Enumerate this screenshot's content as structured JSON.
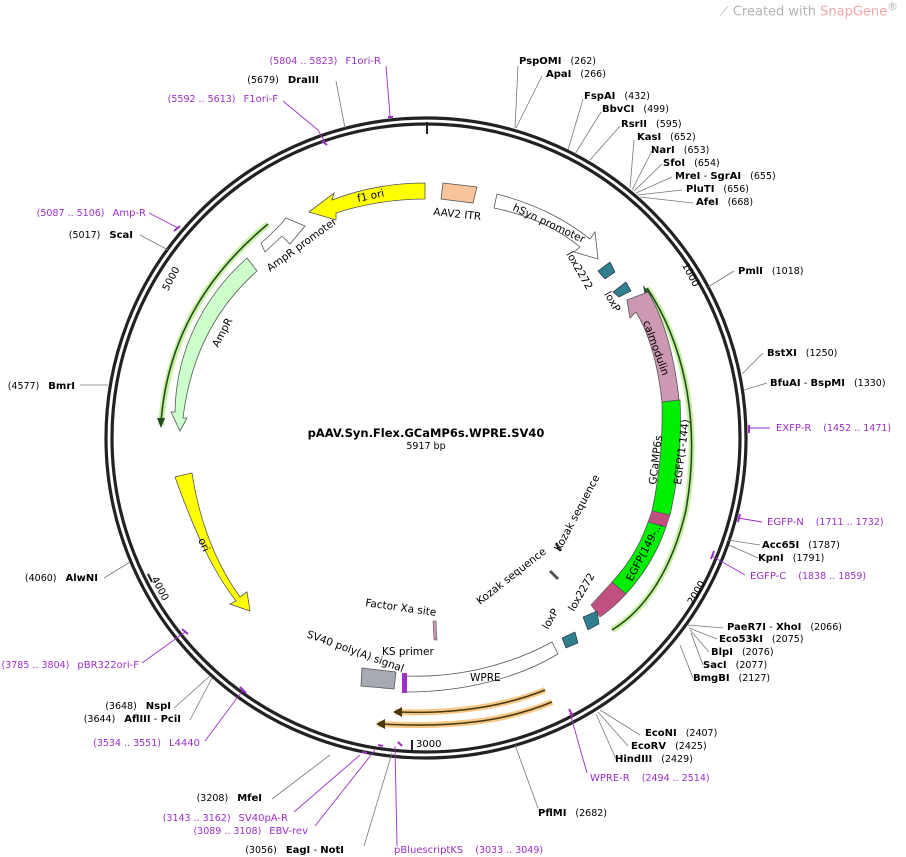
{
  "watermark": {
    "prefix": "Created with ",
    "brand": "SnapGene",
    "mark": "®"
  },
  "plasmid": {
    "name": "pAAV.Syn.Flex.GCaMP6s.WPRE.SV40",
    "length_label": "5917 bp"
  },
  "ticks": [
    "1000",
    "2000",
    "3000",
    "4000",
    "5000"
  ],
  "features": {
    "aav2_itr": "AAV2 ITR",
    "hsyn": "hSyn promoter",
    "lox2272_a": "lox2272",
    "loxp_a": "loxP",
    "calmodulin": "calmodulin",
    "gcamp6s": "GCaMP6s",
    "egfp1": "EGFP(1-144)",
    "egfp2": "EGFP(149-...",
    "kozak_a": "Kozak sequence",
    "kozak_b": "Kozak sequence",
    "lox2272_b": "lox2272",
    "loxp_b": "loxP",
    "factor_xa": "Factor Xa site",
    "ks_primer": "KS primer",
    "sv40pa": "SV40 poly(A) signal",
    "wpre": "WPRE",
    "ori": "ori",
    "ampr": "AmpR",
    "ampr_promoter": "AmpR promoter",
    "f1ori": "f1 ori"
  },
  "enzymes": {
    "pspomi": {
      "name": "PspOMI",
      "pos": "(262)"
    },
    "apai": {
      "name": "ApaI",
      "pos": "(266)"
    },
    "fspai": {
      "name": "FspAI",
      "pos": "(432)"
    },
    "bbvci": {
      "name": "BbvCI",
      "pos": "(499)"
    },
    "rsrii": {
      "name": "RsrII",
      "pos": "(595)"
    },
    "kasi": {
      "name": "KasI",
      "pos": "(652)"
    },
    "nari": {
      "name": "NarI",
      "pos": "(653)"
    },
    "sfoi": {
      "name": "SfoI",
      "pos": "(654)"
    },
    "mrei": {
      "name": "MreI",
      "sep": " - ",
      "name2": "SgrAI",
      "pos": "(655)"
    },
    "pluti": {
      "name": "PluTI",
      "pos": "(656)"
    },
    "afei": {
      "name": "AfeI",
      "pos": "(668)"
    },
    "pmli": {
      "name": "PmlI",
      "pos": "(1018)"
    },
    "bstxi": {
      "name": "BstXI",
      "pos": "(1250)"
    },
    "bfuai": {
      "name": "BfuAI",
      "sep": " - ",
      "name2": "BspMI",
      "pos": "(1330)"
    },
    "acc65i": {
      "name": "Acc65I",
      "pos": "(1787)"
    },
    "kpni": {
      "name": "KpnI",
      "pos": "(1791)"
    },
    "paer7i": {
      "name": "PaeR7I",
      "sep": " - ",
      "name2": "XhoI",
      "pos": "(2066)"
    },
    "eco53ki": {
      "name": "Eco53kI",
      "pos": "(2075)"
    },
    "blpi": {
      "name": "BlpI",
      "pos": "(2076)"
    },
    "saci": {
      "name": "SacI",
      "pos": "(2077)"
    },
    "bmgbi": {
      "name": "BmgBI",
      "pos": "(2127)"
    },
    "econi": {
      "name": "EcoNI",
      "pos": "(2407)"
    },
    "ecorv": {
      "name": "EcoRV",
      "pos": "(2425)"
    },
    "hindiii": {
      "name": "HindIII",
      "pos": "(2429)"
    },
    "pflmi": {
      "name": "PflMI",
      "pos": "(2682)"
    },
    "eagi": {
      "pos": "(3056)",
      "name": "EagI",
      "sep": " - ",
      "name2": "NotI"
    },
    "mfei": {
      "pos": "(3208)",
      "name": "MfeI"
    },
    "nspi": {
      "pos": "(3648)",
      "name": "NspI"
    },
    "aflIII": {
      "pos": "(3644)",
      "name": "AflIII",
      "sep": " - ",
      "name2": "PciI"
    },
    "alwni": {
      "pos": "(4060)",
      "name": "AlwNI"
    },
    "bmri": {
      "pos": "(4577)",
      "name": "BmrI"
    },
    "scai": {
      "pos": "(5017)",
      "name": "ScaI"
    },
    "draiii": {
      "pos": "(5679)",
      "name": "DraIII"
    }
  },
  "primers": {
    "exfp_r": {
      "name": "EXFP-R",
      "range": "(1452 .. 1471)"
    },
    "egfp_n": {
      "name": "EGFP-N",
      "range": "(1711 .. 1732)"
    },
    "egfp_c": {
      "name": "EGFP-C",
      "range": "(1838 .. 1859)"
    },
    "wpre_r": {
      "name": "WPRE-R",
      "range": "(2494 .. 2514)"
    },
    "pbluescriptks": {
      "name": "pBluescriptKS",
      "range": "(3033 .. 3049)"
    },
    "ebv_rev": {
      "range": "(3089 .. 3108)",
      "name": "EBV-rev"
    },
    "sv40pa_r": {
      "range": "(3143 .. 3162)",
      "name": "SV40pA-R"
    },
    "l4440": {
      "range": "(3534 .. 3551)",
      "name": "L4440"
    },
    "pbr322ori_f": {
      "range": "(3785 .. 3804)",
      "name": "pBR322ori-F"
    },
    "amp_r": {
      "range": "(5087 .. 5106)",
      "name": "Amp-R"
    },
    "f1ori_f": {
      "range": "(5592 .. 5613)",
      "name": "F1ori-F"
    },
    "f1ori_r": {
      "range": "(5804 .. 5823)",
      "name": "F1ori-R"
    }
  },
  "colors": {
    "itr": "#f9c49a",
    "calmodulin": "#cc98b2",
    "egfp": "#00ee00",
    "ori": "#ffff00",
    "ampr": "#ccffcc",
    "lox": "#2f7f8f",
    "primer": "#9b2fc6",
    "sv40": "#a6abb3",
    "highlight": "#f5c887"
  }
}
